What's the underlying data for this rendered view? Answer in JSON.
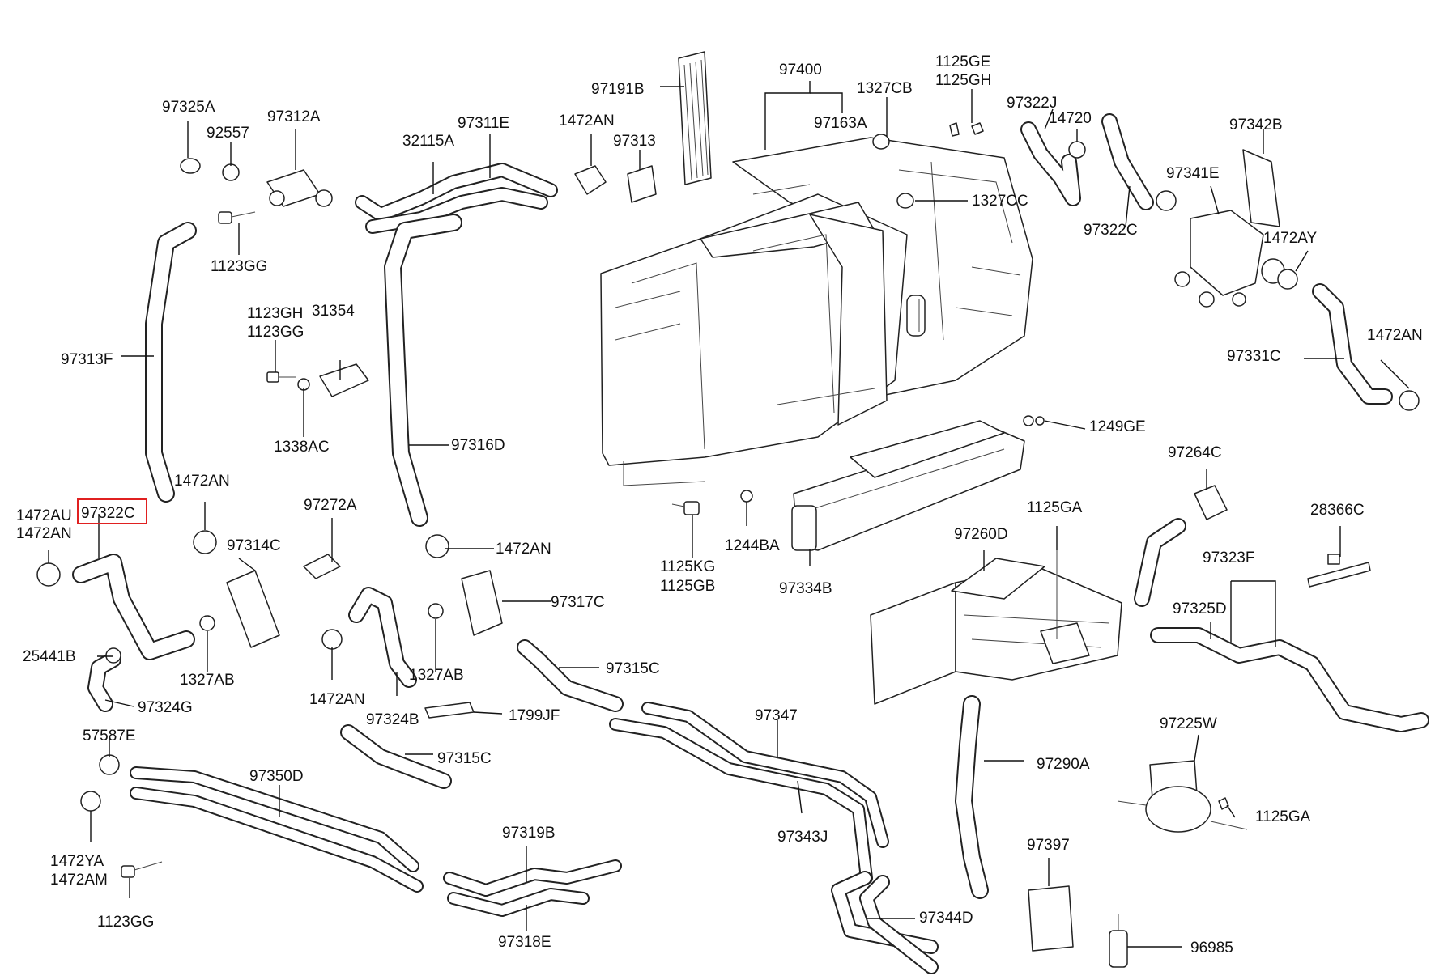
{
  "labels": {
    "l97325A": "97325A",
    "l92557": "92557",
    "l97312A": "97312A",
    "l1123GG_a": "1123GG",
    "l97313F": "97313F",
    "l1123GH": "1123GH",
    "l1123GG_b": "1123GG",
    "l31354": "31354",
    "l1338AC": "1338AC",
    "l32115A": "32115A",
    "l97311E": "97311E",
    "l1472AN_a": "1472AN",
    "l97313": "97313",
    "l97191B": "97191B",
    "l97400": "97400",
    "l97163A": "97163A",
    "l1327CB": "1327CB",
    "l1125GE": "1125GE",
    "l1125GH": "1125GH",
    "l1327CC": "1327CC",
    "l97322J": "97322J",
    "l14720": "14720",
    "l97342B": "97342B",
    "l97341E": "97341E",
    "l97322C_b": "97322C",
    "l1472AY": "1472AY",
    "l1472AN_b": "1472AN",
    "l97331C": "97331C",
    "l97316D": "97316D",
    "l1249GE": "1249GE",
    "l97264C": "97264C",
    "l1472AU": "1472AU",
    "l1472AN_c": "1472AN",
    "l97322C_a": "97322C",
    "l1472AN_d": "1472AN",
    "l97314C": "97314C",
    "l97272A": "97272A",
    "l1472AN_e": "1472AN",
    "l1244BA": "1244BA",
    "l1125KG": "1125KG",
    "l1125GB": "1125GB",
    "l97334B": "97334B",
    "l1125GA_a": "1125GA",
    "l97260D": "97260D",
    "l28366C": "28366C",
    "l97323F": "97323F",
    "l97325D": "97325D",
    "l97317C": "97317C",
    "l25441B": "25441B",
    "l1327AB_a": "1327AB",
    "l97324G": "97324G",
    "l1472AN_f": "1472AN",
    "l97324B": "97324B",
    "l1327AB_b": "1327AB",
    "l97315C_a": "97315C",
    "l1799JF": "1799JF",
    "l97347": "97347",
    "l97315C_b": "97315C",
    "l97290A": "97290A",
    "l97225W": "97225W",
    "l57587E": "57587E",
    "l97350D": "97350D",
    "l97343J": "97343J",
    "l1125GA_b": "1125GA",
    "l1472YA": "1472YA",
    "l1472AM": "1472AM",
    "l1123GG_c": "1123GG",
    "l97319B": "97319B",
    "l97318E": "97318E",
    "l97397": "97397",
    "l97344D": "97344D",
    "l96985": "96985"
  },
  "highlight": {
    "color": "#e02020",
    "target": "97322C"
  }
}
